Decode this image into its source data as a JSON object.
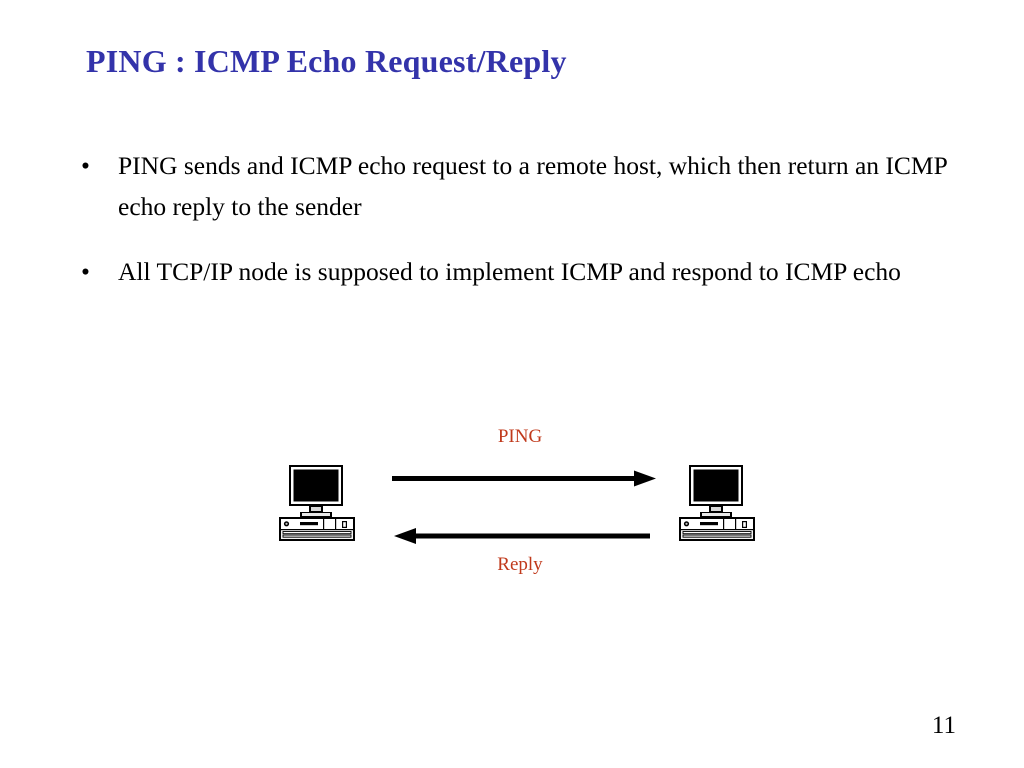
{
  "slide": {
    "title": "PING : ICMP Echo Request/Reply",
    "title_color": "#3333AA",
    "background_color": "#FFFFFF",
    "page_number": "11"
  },
  "bullets": [
    {
      "marker": "•",
      "text": "PING sends and ICMP echo request to a remote host, which then return an ICMP echo reply to the sender"
    },
    {
      "marker": "•",
      "text": "All TCP/IP node is supposed to implement ICMP and respond to ICMP echo"
    }
  ],
  "diagram": {
    "label_color": "#C0391B",
    "arrow_color": "#000000",
    "request_label": "PING",
    "reply_label": "Reply",
    "left_host": "computer-icon",
    "right_host": "computer-icon",
    "request_arrow": "arrow-right-icon",
    "reply_arrow": "arrow-left-icon"
  }
}
